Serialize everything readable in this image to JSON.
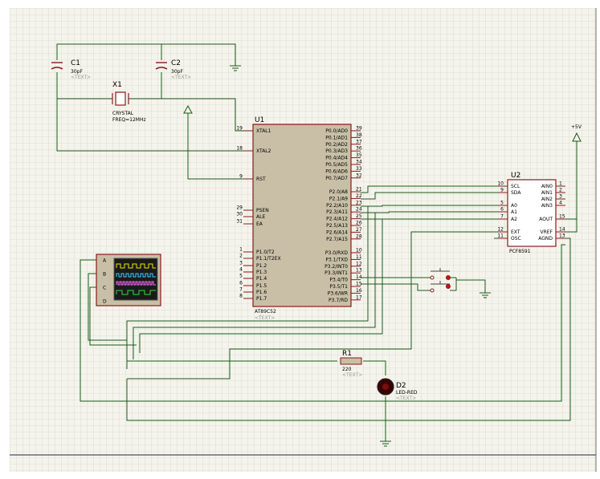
{
  "colors": {
    "sheet_bg": "#f4f4ec",
    "grid": "#c9c9c0",
    "border": "#5a5a78",
    "wire": "#1a5a1a",
    "chip_fill": "#c8bfa6",
    "chip_border": "#8b1a1a",
    "pin": "#8b1a1a",
    "text": "#000000",
    "hint": "#9a9a9a",
    "led": "#5a0000"
  },
  "components": {
    "c1": {
      "ref": "C1",
      "value": "30pF",
      "hint": "<TEXT>"
    },
    "c2": {
      "ref": "C2",
      "value": "30pF",
      "hint": "<TEXT>"
    },
    "x1": {
      "ref": "X1",
      "type": "CRYSTAL",
      "freq": "FREQ=12MHz"
    },
    "u1": {
      "ref": "U1",
      "part": "AT89C52",
      "hint": "<TEXT>",
      "left_pins": [
        {
          "num": "19",
          "name": "XTAL1"
        },
        {
          "num": "18",
          "name": "XTAL2"
        },
        {
          "num": "9",
          "name": "RST"
        },
        {
          "num": "29",
          "name": "PSEN"
        },
        {
          "num": "30",
          "name": "ALE"
        },
        {
          "num": "31",
          "name": "EA"
        },
        {
          "num": "1",
          "name": "P1.0/T2"
        },
        {
          "num": "2",
          "name": "P1.1/T2EX"
        },
        {
          "num": "3",
          "name": "P1.2"
        },
        {
          "num": "4",
          "name": "P1.3"
        },
        {
          "num": "5",
          "name": "P1.4"
        },
        {
          "num": "6",
          "name": "P1.5"
        },
        {
          "num": "7",
          "name": "P1.6"
        },
        {
          "num": "8",
          "name": "P1.7"
        }
      ],
      "right_pins": [
        {
          "num": "39",
          "name": "P0.0/AD0"
        },
        {
          "num": "38",
          "name": "P0.1/AD1"
        },
        {
          "num": "37",
          "name": "P0.2/AD2"
        },
        {
          "num": "36",
          "name": "P0.3/AD3"
        },
        {
          "num": "35",
          "name": "P0.4/AD4"
        },
        {
          "num": "34",
          "name": "P0.5/AD5"
        },
        {
          "num": "33",
          "name": "P0.6/AD6"
        },
        {
          "num": "32",
          "name": "P0.7/AD7"
        },
        {
          "num": "21",
          "name": "P2.0/A8"
        },
        {
          "num": "22",
          "name": "P2.1/A9"
        },
        {
          "num": "23",
          "name": "P2.2/A10"
        },
        {
          "num": "24",
          "name": "P2.3/A11"
        },
        {
          "num": "25",
          "name": "P2.4/A12"
        },
        {
          "num": "26",
          "name": "P2.5/A13"
        },
        {
          "num": "27",
          "name": "P2.6/A14"
        },
        {
          "num": "28",
          "name": "P2.7/A15"
        },
        {
          "num": "10",
          "name": "P3.0/RXD"
        },
        {
          "num": "11",
          "name": "P3.1/TXD"
        },
        {
          "num": "12",
          "name": "P3.2/INT0"
        },
        {
          "num": "13",
          "name": "P3.3/INT1"
        },
        {
          "num": "14",
          "name": "P3.4/T0"
        },
        {
          "num": "15",
          "name": "P3.5/T1"
        },
        {
          "num": "16",
          "name": "P3.6/WR"
        },
        {
          "num": "17",
          "name": "P3.7/RD"
        }
      ]
    },
    "u2": {
      "ref": "U2",
      "part": "PCF8591",
      "left_pins": [
        {
          "num": "10",
          "name": "SCL"
        },
        {
          "num": "9",
          "name": "SDA"
        },
        {
          "num": "5",
          "name": "A0"
        },
        {
          "num": "6",
          "name": "A1"
        },
        {
          "num": "7",
          "name": "A2"
        },
        {
          "num": "12",
          "name": "EXT"
        },
        {
          "num": "11",
          "name": "OSC"
        }
      ],
      "right_pins": [
        {
          "num": "1",
          "name": "AIN0"
        },
        {
          "num": "2",
          "name": "AIN1"
        },
        {
          "num": "3",
          "name": "AIN2"
        },
        {
          "num": "4",
          "name": "AIN3"
        },
        {
          "num": "15",
          "name": "AOUT"
        },
        {
          "num": "14",
          "name": "VREF"
        },
        {
          "num": "13",
          "name": "AGND"
        }
      ]
    },
    "power": {
      "label": "+5V"
    },
    "r1": {
      "ref": "R1",
      "value": "220",
      "hint": "<TEXT>"
    },
    "d2": {
      "ref": "D2",
      "type": "LED-RED",
      "hint": "<TEXT>"
    },
    "scope": {
      "channels": [
        "A",
        "B",
        "C",
        "D"
      ]
    }
  }
}
